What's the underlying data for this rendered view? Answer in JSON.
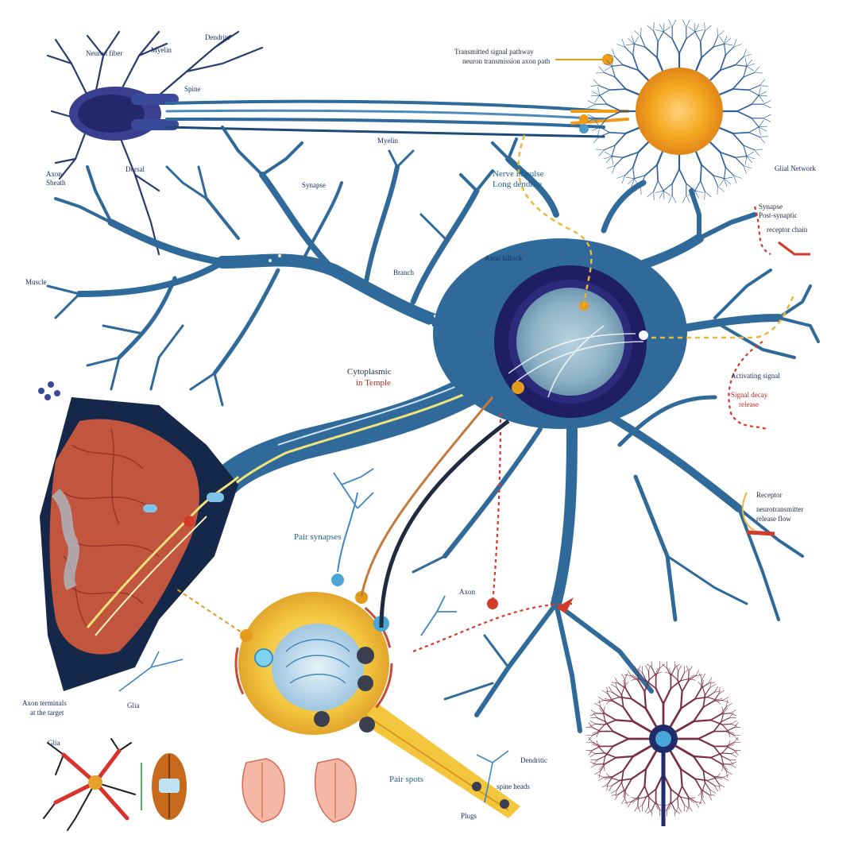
{
  "colors": {
    "neuron_blue": "#2f6a9b",
    "neuron_dark": "#1e4a78",
    "nucleus_navy": "#1f1d64",
    "nucleus_core": "#8fb3c6",
    "orange_cell": "#f09a18",
    "yellow_soma": "#f3c63e",
    "tissue_red": "#c2553e",
    "tissue_dark": "#16284a",
    "path_yellow": "#e8b83a",
    "path_red": "#d23a2a",
    "astro_red": "#d9322a",
    "tree_maroon": "#7a2d42"
  },
  "labels": {
    "top_right_caption_1": "Transmitted signal pathway",
    "top_right_caption_2": "neuron transmission axon path",
    "top_left_a": "Neuron fiber",
    "top_left_b": "Myelin",
    "top_left_c": "Dendrite",
    "top_left_d": "Spine",
    "left_small_1": "Axon",
    "left_small_2": "Sheath",
    "bottom_left_small": "Dorsal",
    "axon_mid": "Myelin",
    "glia_label": "Glial Network",
    "yellow_path_1": "Nerve impulse",
    "yellow_path_2": "Long dendrite",
    "branch_label": "Branch",
    "axon_label": "Axon",
    "soma_note": "Axon hillock",
    "center_1": "Cytoplasmic",
    "center_2": "in Temple",
    "right_1": "Activating signal",
    "right_2": "Signal decay",
    "right_3": "release",
    "right_top_1": "Synapse",
    "right_top_2": "Post-synaptic",
    "right_top_3": "receptor chain",
    "right_bot_1": "Receptor",
    "right_bot_2": "neurotransmitter",
    "right_bot_3": "release flow",
    "pair_upper": "Pair synapses",
    "tissue_label_1": "Axon terminals",
    "tissue_label_2": "at the target",
    "bottom_small_1": "Glia",
    "pair_lower": "Pair spots",
    "bottom_tiny": "Dendritic",
    "bottom_tiny_2": "spine heads",
    "plug_label": "Plugs",
    "astro_label": "Glia",
    "left_axon_label": "Muscle",
    "mid_small": "Synapse"
  }
}
